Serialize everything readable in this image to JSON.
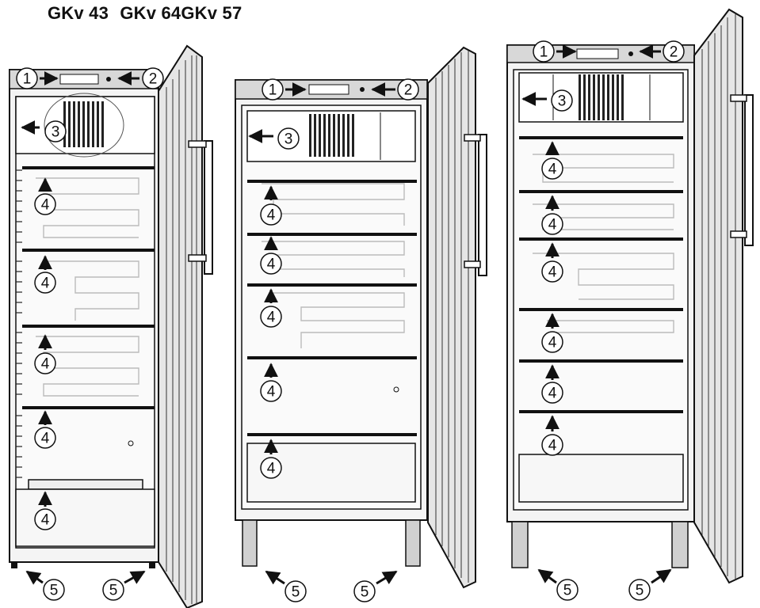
{
  "title": {
    "model_a": "GKv 43",
    "model_b": "GKv 64",
    "model_c": "GKv 57"
  },
  "callouts": {
    "c1": "1",
    "c2": "2",
    "c3": "3",
    "c4": "4",
    "c5": "5"
  },
  "colors": {
    "line": "#111111",
    "cabinet": "#f2f2f2",
    "topbar": "#d8d8d8",
    "coil": "#bbbbbb"
  }
}
